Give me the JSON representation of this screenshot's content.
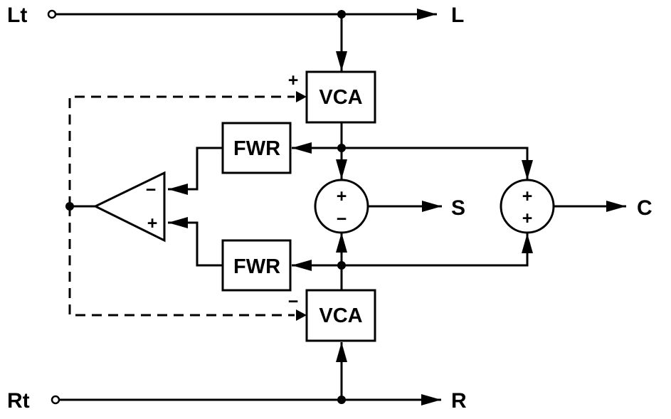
{
  "terminals": {
    "lt": "Lt",
    "rt": "Rt",
    "l": "L",
    "r": "R",
    "s": "S",
    "c": "C"
  },
  "blocks": {
    "vca_top": "VCA",
    "vca_bottom": "VCA",
    "fwr_top": "FWR",
    "fwr_bottom": "FWR"
  },
  "signs": {
    "vca_top_control": "+",
    "vca_bottom_control": "−",
    "opamp_inverting": "−",
    "opamp_noninverting": "+",
    "diff_top": "+",
    "diff_bottom": "−",
    "sum_top": "+",
    "sum_bottom": "+"
  }
}
